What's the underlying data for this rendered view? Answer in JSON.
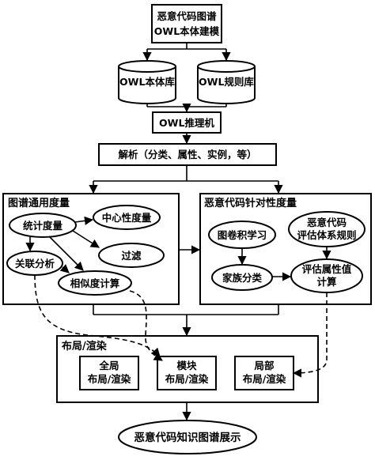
{
  "nodes": {
    "top_box": {
      "lines": [
        "恶意代码图谱",
        "OWL本体建模"
      ]
    },
    "onto_db": {
      "label": "OWL本体库"
    },
    "rule_db": {
      "label": "OWL规则库"
    },
    "reasoner": {
      "label": "OWL推理机"
    },
    "parse": {
      "label": "解析（分类、属性、实例，等）"
    },
    "general_group": {
      "title": "图谱通用度量"
    },
    "stats": {
      "label": "统计度量"
    },
    "centrality": {
      "label": "中心性度量"
    },
    "filter": {
      "label": "过滤"
    },
    "assoc": {
      "label": "关联分析"
    },
    "similarity": {
      "label": "相似度计算"
    },
    "specific_group": {
      "title": "恶意代码针对性度量"
    },
    "gcn": {
      "label": "图卷积学习"
    },
    "rules_eval": {
      "lines": [
        "恶意代码",
        "评估体系规则"
      ]
    },
    "family": {
      "label": "家族分类"
    },
    "eval_attr": {
      "lines": [
        "评估属性值",
        "计算"
      ]
    },
    "layout_group": {
      "title": "布局/渲染"
    },
    "global_render": {
      "lines": [
        "全局",
        "布局/渲染"
      ]
    },
    "module_render": {
      "lines": [
        "模块",
        "布局/渲染"
      ]
    },
    "local_render": {
      "lines": [
        "局部",
        "布局/渲染"
      ]
    },
    "display": {
      "label": "恶意代码知识图谱展示"
    }
  }
}
